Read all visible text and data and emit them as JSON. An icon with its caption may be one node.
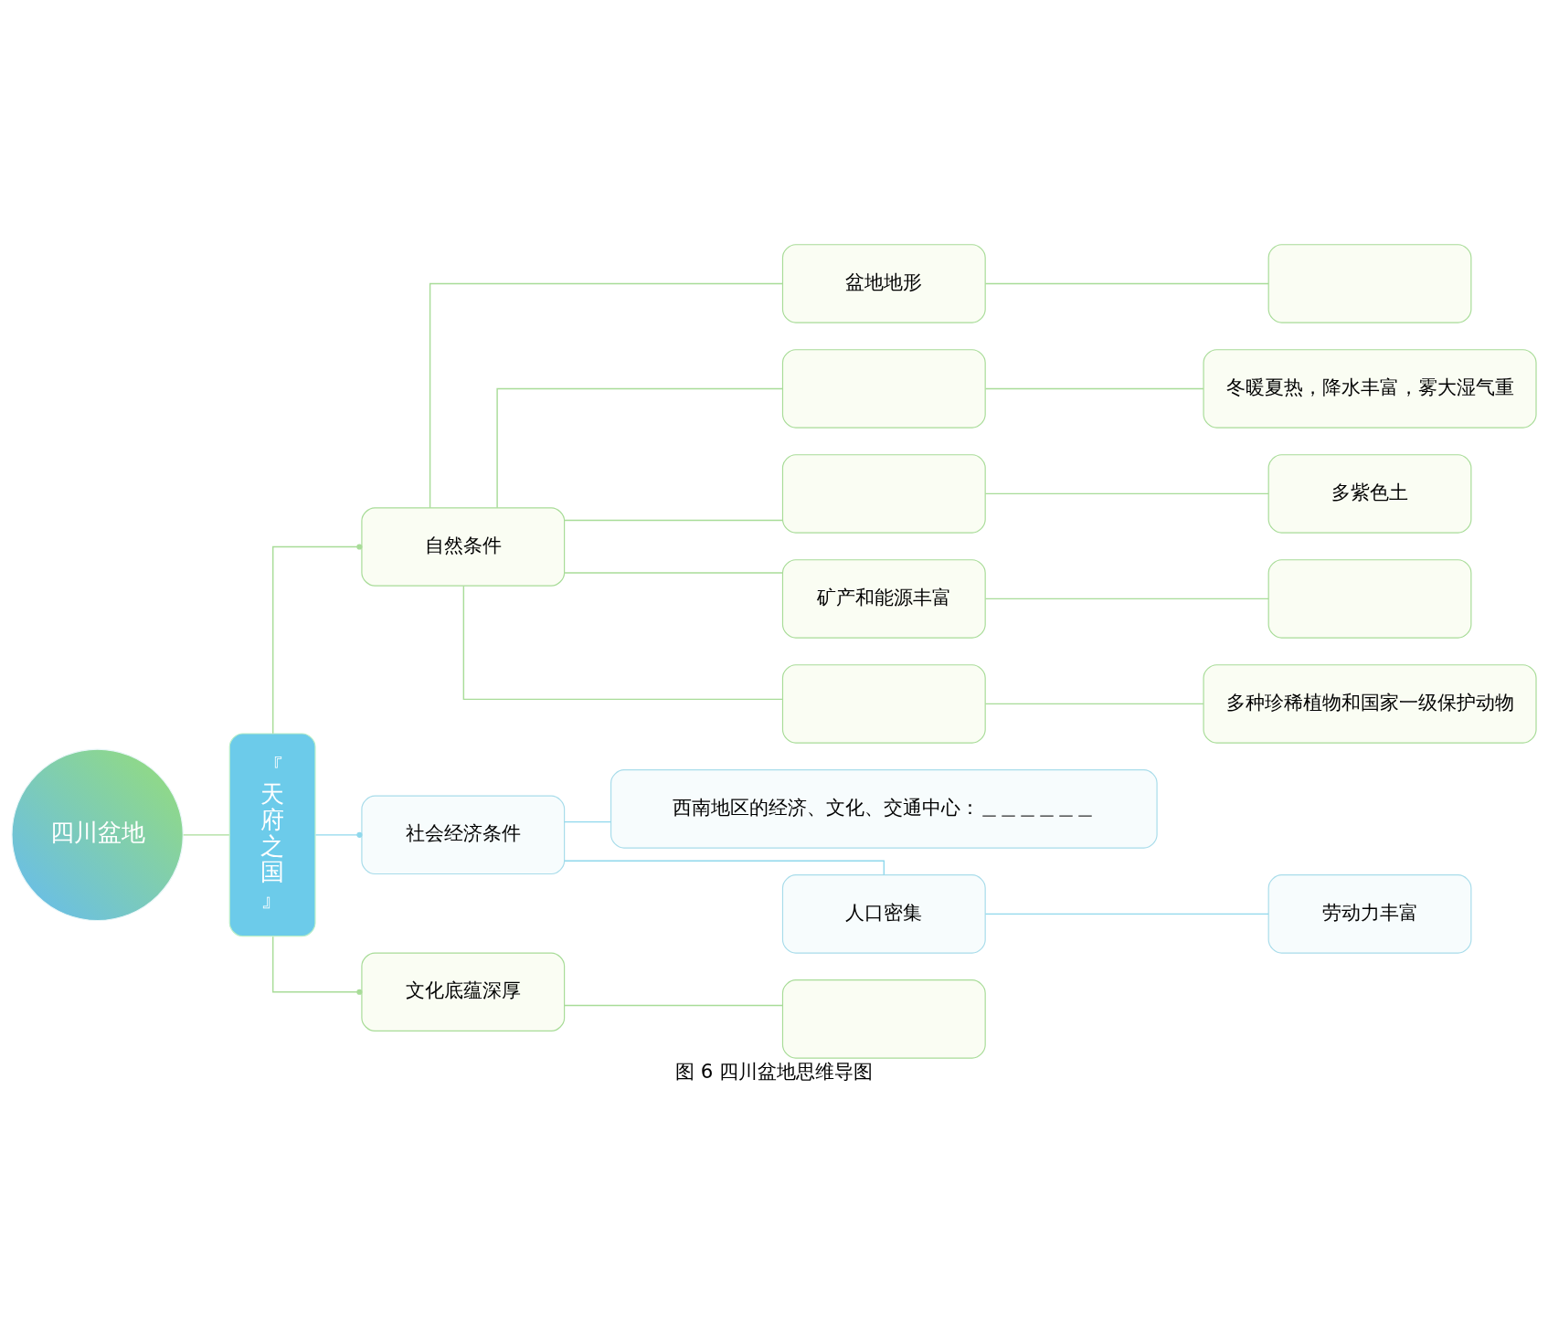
{
  "diagram": {
    "caption": "图 6 四川盆地思维导图",
    "nodes": [
      {
        "text": [
          "四川盆地"
        ]
      },
      {
        "text": [
          "『天府之国』"
        ]
      },
      {
        "text": [
          "自然条件"
        ]
      },
      {
        "text": [
          "社会经济条件"
        ]
      },
      {
        "text": [
          "文化底蕴深厚"
        ]
      },
      {
        "text": [
          "盆地地形"
        ]
      },
      {
        "text": [],
        "shape": "box"
      },
      {
        "text": [],
        "shape": "box"
      },
      {
        "text": [
          "矿产和能源丰富"
        ]
      },
      {
        "text": [],
        "shape": "box"
      },
      {
        "text": [],
        "shape": "box"
      },
      {
        "text": [
          "冬暖夏热，降水丰富，雾大湿气重"
        ]
      },
      {
        "text": [
          "多紫色土"
        ]
      },
      {
        "text": [],
        "shape": "box"
      },
      {
        "text": [
          "多种珍稀植物和国家一级保护动物"
        ]
      },
      {
        "text": [
          "西南地区的经济、文化、交通中心：＿＿＿＿＿＿"
        ]
      },
      {
        "text": [
          "人口密集"
        ]
      },
      {
        "text": [
          "劳动力丰富"
        ]
      },
      {
        "text": [],
        "shape": "box"
      }
    ],
    "edges": [
      {
        "from": 0,
        "to": 1,
        "arrow": "none"
      },
      {
        "from": 1,
        "to": 2,
        "arrow": "other"
      },
      {
        "from": 1,
        "to": 3,
        "arrow": "other",
        "color": "#8fd8ec"
      },
      {
        "from": 1,
        "to": 4,
        "arrow": "other"
      },
      {
        "from": 2,
        "to": 5,
        "arrow": "none"
      },
      {
        "from": 2,
        "to": 6,
        "arrow": "none"
      },
      {
        "from": 2,
        "to": 7,
        "arrow": "none"
      },
      {
        "from": 2,
        "to": 8,
        "arrow": "none"
      },
      {
        "from": 2,
        "to": 9,
        "arrow": "none"
      },
      {
        "from": 5,
        "to": 10,
        "arrow": "none"
      },
      {
        "from": 6,
        "to": 11,
        "arrow": "none"
      },
      {
        "from": 7,
        "to": 12,
        "arrow": "none"
      },
      {
        "from": 8,
        "to": 13,
        "arrow": "none"
      },
      {
        "from": 9,
        "to": 14,
        "arrow": "none"
      },
      {
        "from": 3,
        "to": 15,
        "arrow": "none",
        "color": "#8fd8ec"
      },
      {
        "from": 3,
        "to": 16,
        "arrow": "none",
        "color": "#8fd8ec"
      },
      {
        "from": 16,
        "to": 17,
        "arrow": "none",
        "color": "#8fd8ec"
      },
      {
        "from": 4,
        "to": 18,
        "arrow": "none"
      }
    ]
  }
}
